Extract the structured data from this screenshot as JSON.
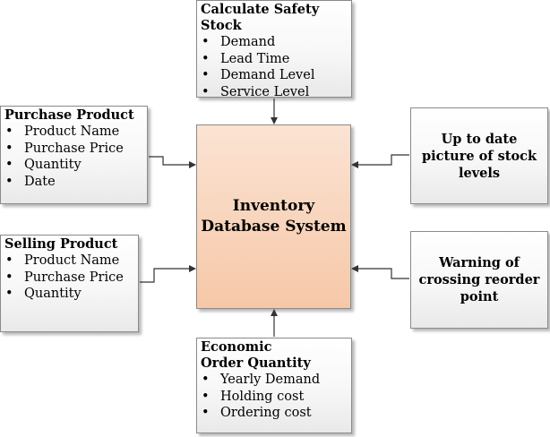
{
  "central": {
    "title": "Inventory Database System"
  },
  "safety_stock": {
    "title": "Calculate Safety Stock",
    "items": [
      "Demand",
      "Lead Time",
      "Demand Level",
      "Service Level"
    ]
  },
  "purchase_product": {
    "title": "Purchase Product",
    "items": [
      "Product Name",
      "Purchase Price",
      "Quantity",
      "Date"
    ]
  },
  "selling_product": {
    "title": "Selling Product",
    "items": [
      "Product Name",
      "Purchase Price",
      "Quantity"
    ]
  },
  "eoq": {
    "title": "Economic Order Quantity",
    "items": [
      "Yearly Demand",
      "Holding cost",
      "Ordering cost"
    ]
  },
  "stock_picture": {
    "title": "Up to date picture of stock levels"
  },
  "reorder_warning": {
    "title": "Warning of crossing reorder point"
  },
  "colors": {
    "central_fill": "#f6c8a8",
    "box_fill": "#f4f4f4",
    "border": "#8a8a8a",
    "arrow": "#333333"
  }
}
